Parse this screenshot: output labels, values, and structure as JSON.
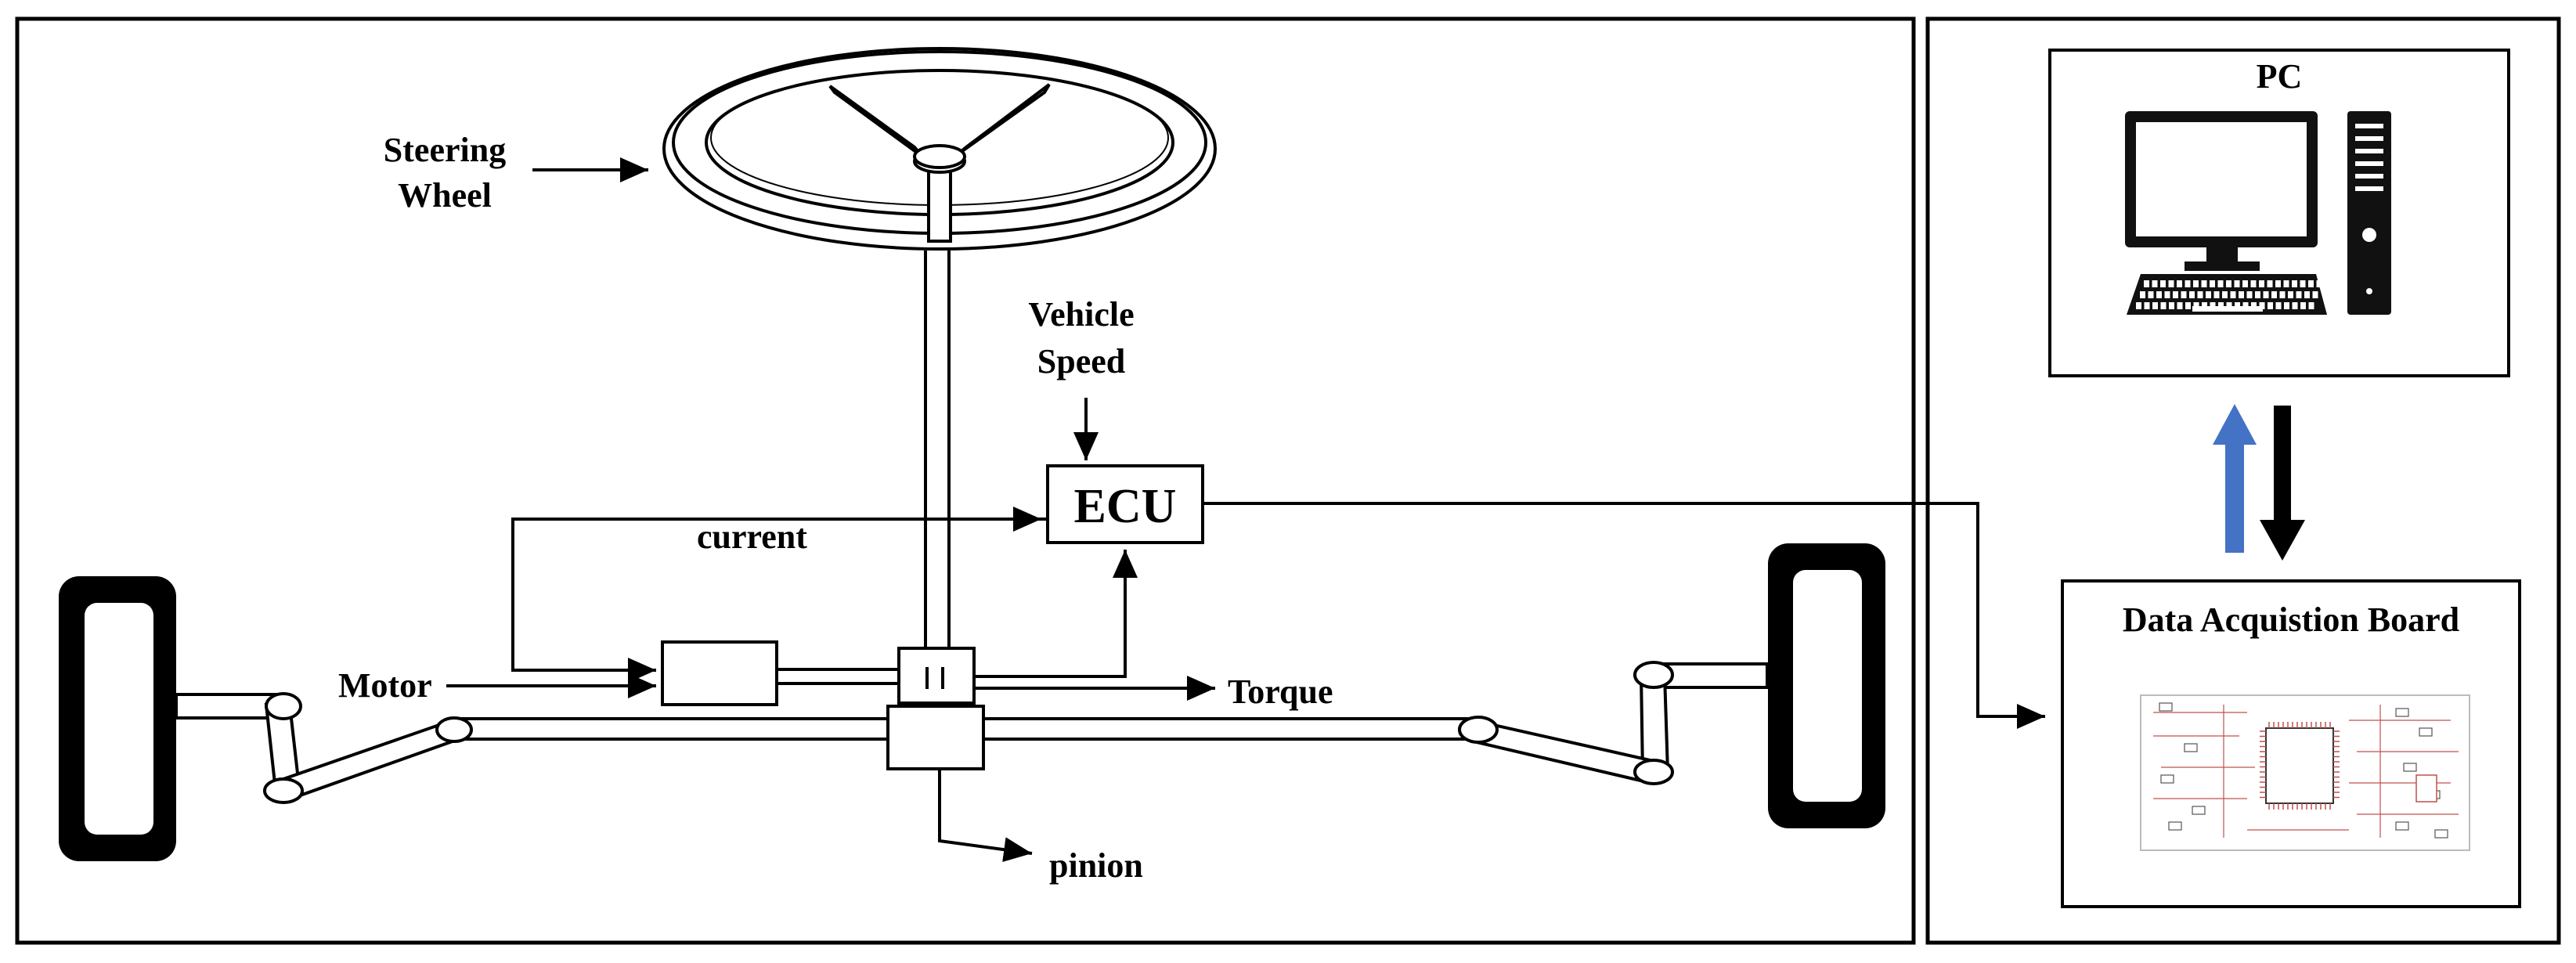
{
  "labels": {
    "steering_wheel_line1": "Steering",
    "steering_wheel_line2": "Wheel",
    "vehicle_speed_line1": "Vehicle",
    "vehicle_speed_line2": "Speed",
    "ecu": "ECU",
    "current": "current",
    "motor": "Motor",
    "torque": "Torque",
    "pinion": "pinion",
    "pc": "PC",
    "data_acquisition_board": "Data Acquistion Board"
  },
  "colors": {
    "line": "#000000",
    "upload_arrow": "#4472C4",
    "download_arrow": "#000000",
    "board_trace": "#c0504d"
  }
}
